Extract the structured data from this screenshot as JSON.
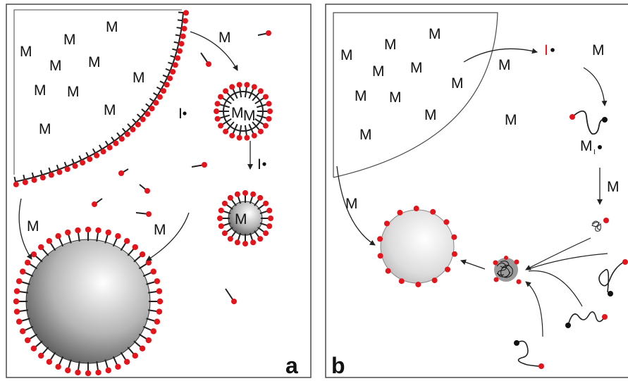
{
  "panels": {
    "a": {
      "label": "a",
      "monomer": "M",
      "initiator": "I",
      "colors": {
        "head": "#e3141b",
        "tail": "#222222",
        "frame": "#4a4a4a"
      }
    },
    "b": {
      "label": "b",
      "monomer": "M",
      "initiator": "I",
      "subscript_label": {
        "main": "M",
        "sub": "I"
      }
    }
  }
}
